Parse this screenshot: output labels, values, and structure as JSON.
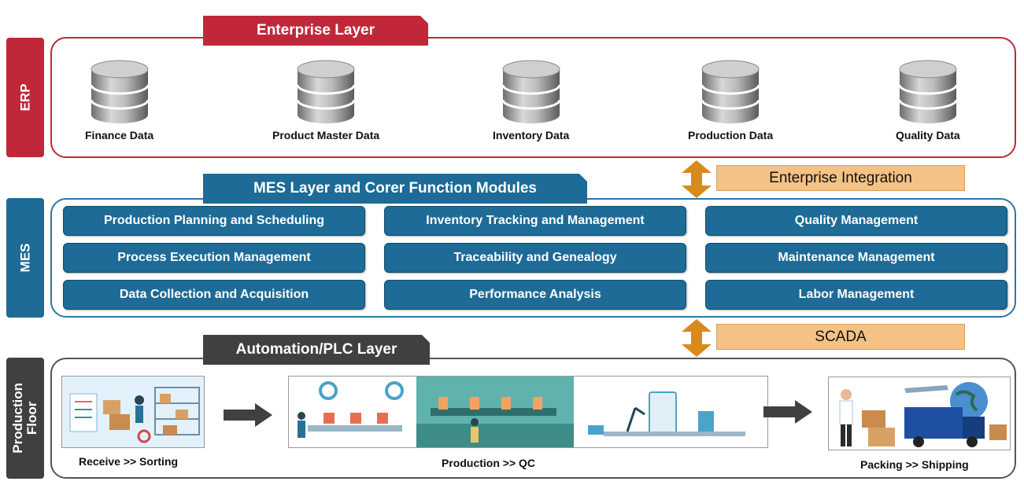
{
  "side_labels": {
    "erp": "ERP",
    "mes": "MES",
    "production": "Production Floor"
  },
  "tabs": {
    "enterprise": "Enterprise Layer",
    "mes": "MES Layer and Corer Function Modules",
    "automation": "Automation/PLC Layer"
  },
  "databases": [
    {
      "label": "Finance Data"
    },
    {
      "label": "Product Master Data"
    },
    {
      "label": "Inventory Data"
    },
    {
      "label": "Production Data"
    },
    {
      "label": "Quality Data"
    }
  ],
  "modules": [
    "Production Planning and Scheduling",
    "Inventory Tracking and Management",
    "Quality Management",
    "Process Execution Management",
    "Traceability and Genealogy",
    "Maintenance Management",
    "Data Collection and Acquisition",
    "Performance Analysis",
    "Labor Management"
  ],
  "integrations": {
    "enterprise": "Enterprise Integration",
    "scada": "SCADA"
  },
  "flow": [
    {
      "caption": "Receive >> Sorting",
      "icon": "warehouse-receiving-illustration-icon"
    },
    {
      "caption": "Production >> QC",
      "icon": "factory-production-line-illustration-icon"
    },
    {
      "caption": "Packing >> Shipping",
      "icon": "shipping-logistics-illustration-icon"
    }
  ],
  "colors": {
    "erp": "#c0283a",
    "mes": "#1d6b96",
    "production": "#404040",
    "integration": "#f3c284",
    "arrow": "#d88a1c"
  }
}
